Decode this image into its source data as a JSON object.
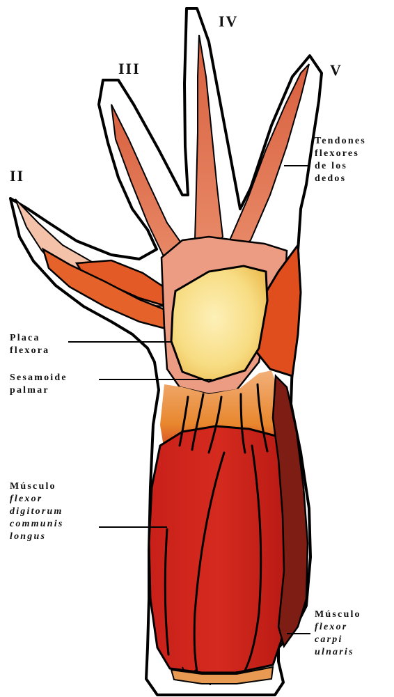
{
  "digits": {
    "d2": "II",
    "d3": "III",
    "d4": "IV",
    "d5": "V"
  },
  "labels": {
    "tendons": [
      "Tendones",
      "flexores",
      "de los",
      "dedos"
    ],
    "placa": [
      "Placa",
      "flexora"
    ],
    "sesamoide": [
      "Sesamoide",
      "palmar"
    ],
    "fdcl": {
      "title": "Músculo",
      "name": [
        "flexor",
        "digitorum",
        "communis",
        "longus"
      ]
    },
    "fcu": {
      "title": "Músculo",
      "name": [
        "flexor",
        "carpi",
        "ulnaris"
      ]
    }
  },
  "colors": {
    "outline": "#000000",
    "muscle_red": "#c8221a",
    "muscle_dark": "#7a1a12",
    "tendon_salmon": "#e8967a",
    "pad_orange": "#e0521f",
    "sesamoid_yellow": "#f8e08a",
    "background": "#ffffff"
  }
}
